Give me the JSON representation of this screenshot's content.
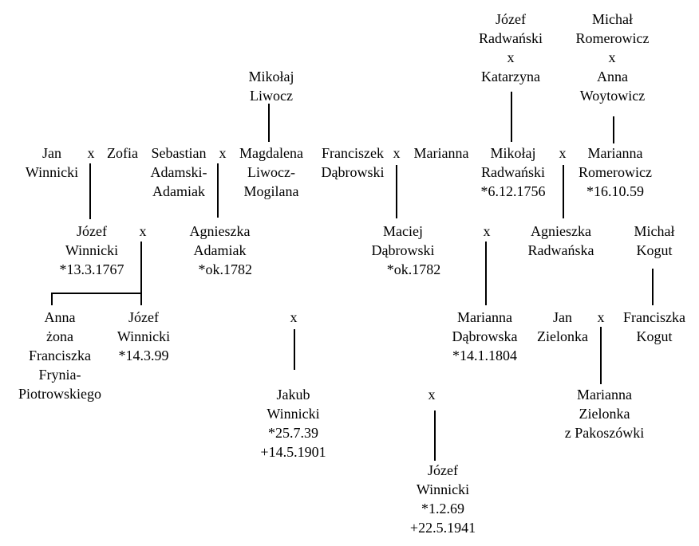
{
  "people": {
    "jozef_radwanski": "Józef\nRadwański",
    "michal_romerowicz": "Michał\nRomerowicz",
    "katarzyna": "Katarzyna",
    "anna_woytowicz": "Anna\nWoytowicz",
    "mikolaj_liwocz": "Mikołaj\nLiwocz",
    "jan_winnicki": "Jan\nWinnicki",
    "zofia": "Zofia",
    "sebastian_adamski": "Sebastian\nAdamski-\nAdamiak",
    "magdalena_liwocz": "Magdalena\nLiwocz-\nMogilana",
    "franciszek_dabrowski": "Franciszek\nDąbrowski",
    "marianna": "Marianna",
    "mikolaj_radwanski": "Mikołaj\nRadwański\n*6.12.1756",
    "marianna_romerowicz": "Marianna\nRomerowicz\n*16.10.59",
    "jozef_winnicki_1767": "Józef\nWinnicki\n*13.3.1767",
    "agnieszka_adamiak": "Agnieszka\nAdamiak\n   *ok.1782",
    "maciej_dabrowski": "Maciej\nDąbrowski\n      *ok.1782",
    "agnieszka_radwanska": "Agnieszka\nRadwańska",
    "michal_kogut": "Michał\nKogut",
    "anna_frynia": "Anna\nżona\nFranciszka\nFrynia-\nPiotrowskiego",
    "jozef_winnicki_99": "Józef\nWinnicki\n*14.3.99",
    "marianna_dabrowska": "Marianna\nDąbrowska\n*14.1.1804",
    "jan_zielonka": "Jan\nZielonka",
    "franciszka_kogut": "Franciszka\nKogut",
    "jakub_winnicki": "Jakub\nWinnicki\n*25.7.39\n+14.5.1901",
    "marianna_zielonka": "Marianna\nZielonka\nz Pakoszówki",
    "jozef_winnicki_69": "Józef\nWinnicki\n*1.2.69\n+22.5.1941"
  },
  "marriage_symbol": "x"
}
